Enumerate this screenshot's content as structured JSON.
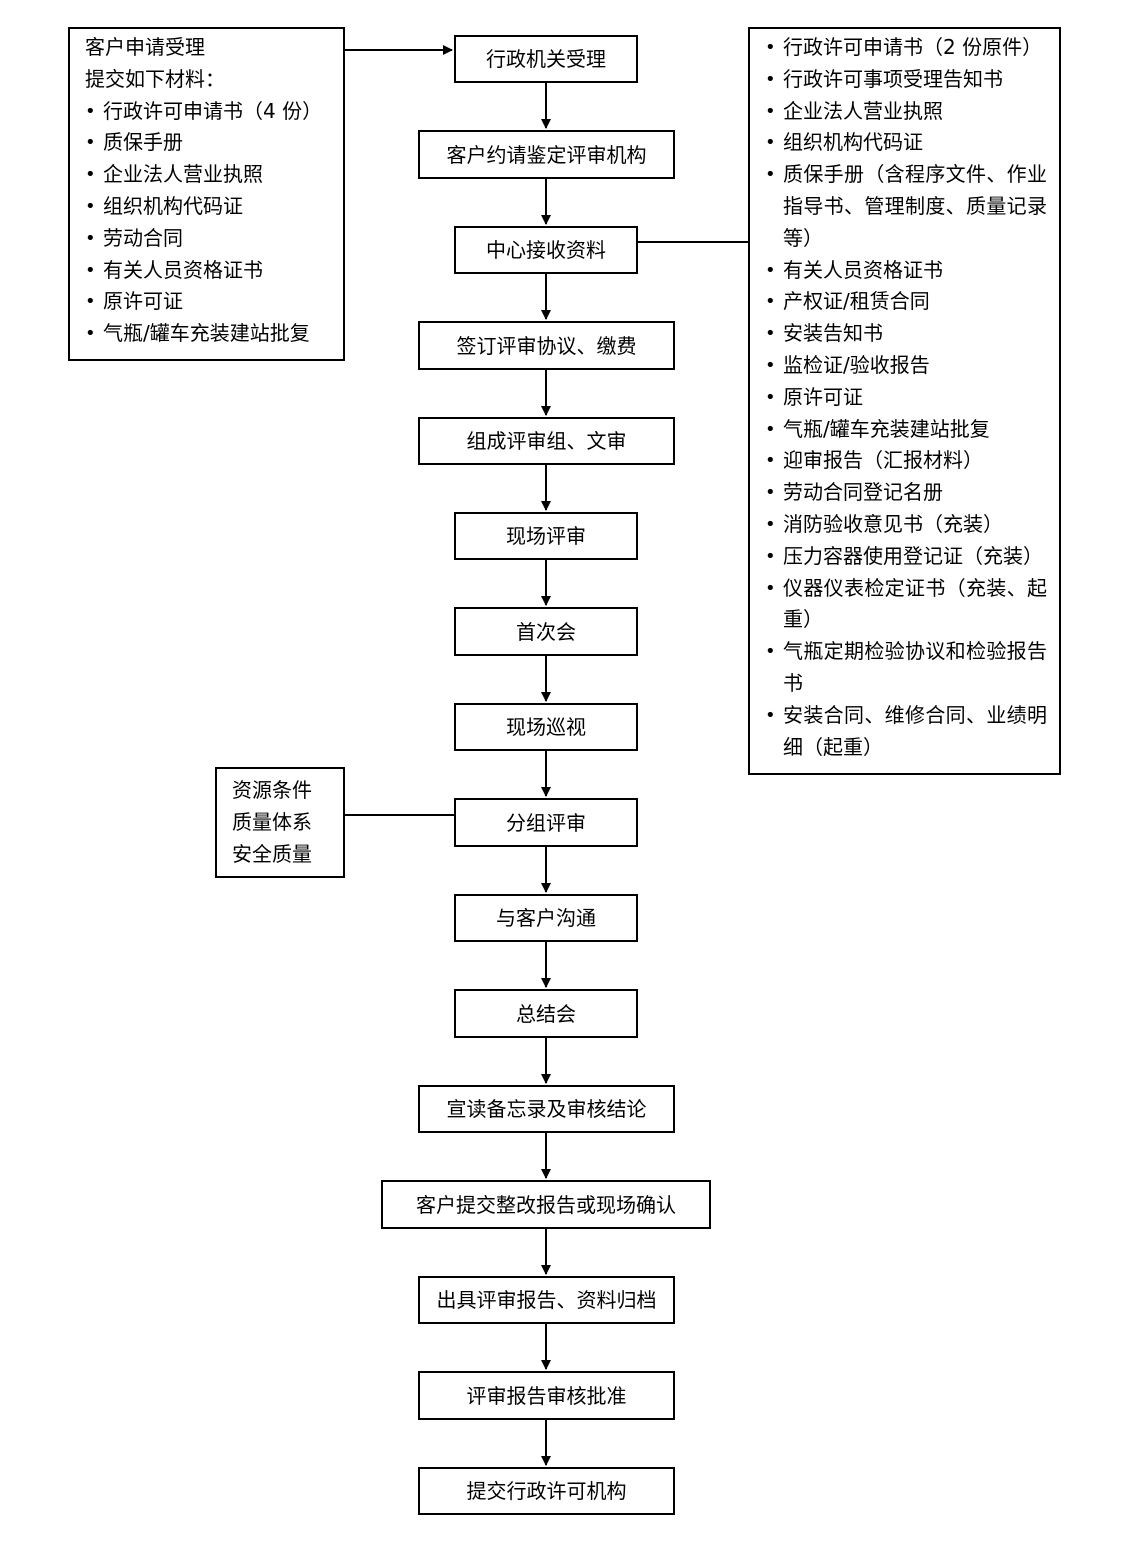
{
  "steps": [
    "行政机关受理",
    "客户约请鉴定评审机构",
    "中心接收资料",
    "签订评审协议、缴费",
    "组成评审组、文审",
    "现场评审",
    "首次会",
    "现场巡视",
    "分组评审",
    "与客户沟通",
    "总结会",
    "宣读备忘录及审核结论",
    "客户提交整改报告或现场确认",
    "出具评审报告、资料归档",
    "评审报告审核批准",
    "提交行政许可机构"
  ],
  "left_panel": {
    "heading": "客户申请受理",
    "subheading": "提交如下材料：",
    "items": [
      "行政许可申请书（4 份）",
      "质保手册",
      "企业法人营业执照",
      "组织机构代码证",
      "劳动合同",
      "有关人员资格证书",
      "原许可证",
      "气瓶/罐车充装建站批复"
    ]
  },
  "right_panel": {
    "items": [
      "行政许可申请书（2 份原件）",
      "行政许可事项受理告知书",
      "企业法人营业执照",
      "组织机构代码证",
      "质保手册（含程序文件、作业指导书、管理制度、质量记录等）",
      "有关人员资格证书",
      "产权证/租赁合同",
      "安装告知书",
      "监检证/验收报告",
      "原许可证",
      "气瓶/罐车充装建站批复",
      "迎审报告（汇报材料）",
      "劳动合同登记名册",
      "消防验收意见书（充装）",
      "压力容器使用登记证（充装）",
      "仪器仪表检定证书（充装、起重）",
      "气瓶定期检验协议和检验报告书",
      "安装合同、维修合同、业绩明细（起重）"
    ]
  },
  "small_panel": {
    "items": [
      "资源条件",
      "质量体系",
      "安全质量"
    ]
  }
}
